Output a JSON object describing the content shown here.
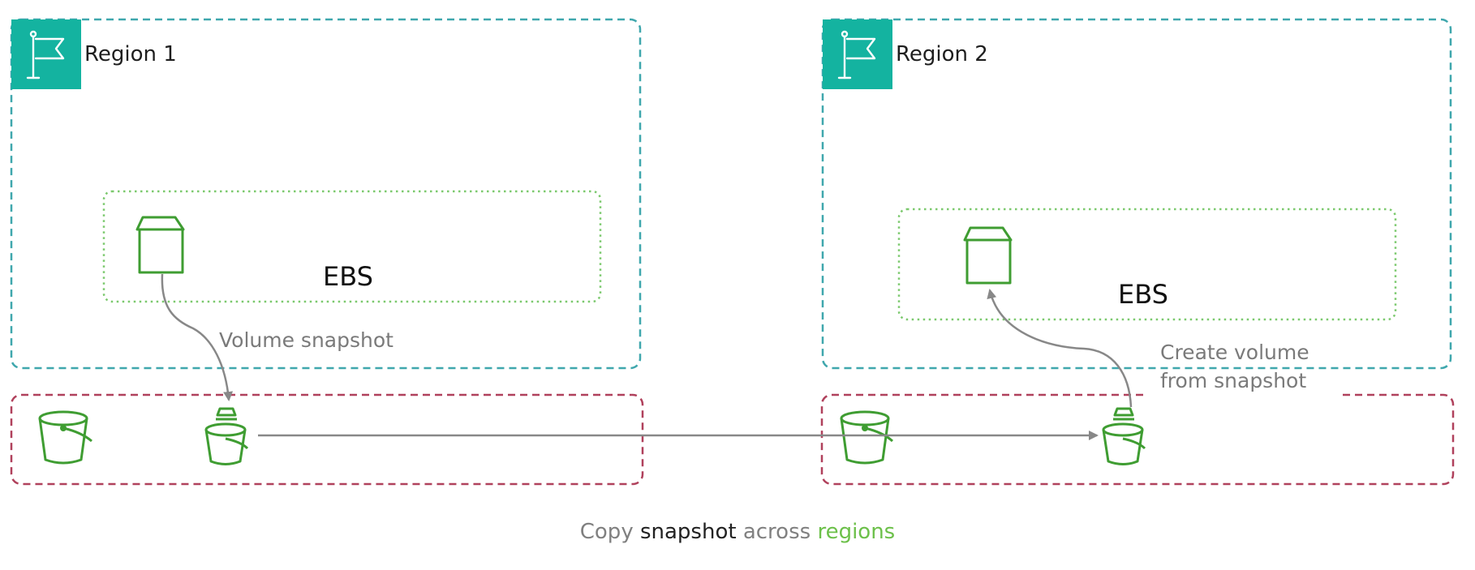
{
  "regions": [
    {
      "id": "region-1",
      "label": "Region 1",
      "service_label": "EBS"
    },
    {
      "id": "region-2",
      "label": "Region 2",
      "service_label": "EBS"
    }
  ],
  "annotations": {
    "volume_snapshot": "Volume snapshot",
    "create_volume_line1": "Create volume",
    "create_volume_line2": "from snapshot"
  },
  "caption": {
    "word1": "Copy",
    "word2": "snapshot",
    "word3": "across",
    "word4": "regions"
  },
  "colors": {
    "region_border": "#3fa7ad",
    "region_flag_bg": "#14b3a0",
    "ebs_border": "#7cc96e",
    "ebs_icon": "#3f9d32",
    "storage_border": "#b0415c",
    "bucket_icon": "#3f9d32",
    "arrow": "#888888",
    "caption_gray": "#808080",
    "caption_dark": "#222222",
    "caption_green": "#6cc04a",
    "annotation_gray": "#7a7a7a"
  },
  "icons": [
    "flag-icon",
    "ebs-volume-icon",
    "s3-bucket-icon",
    "snapshot-bucket-icon"
  ]
}
